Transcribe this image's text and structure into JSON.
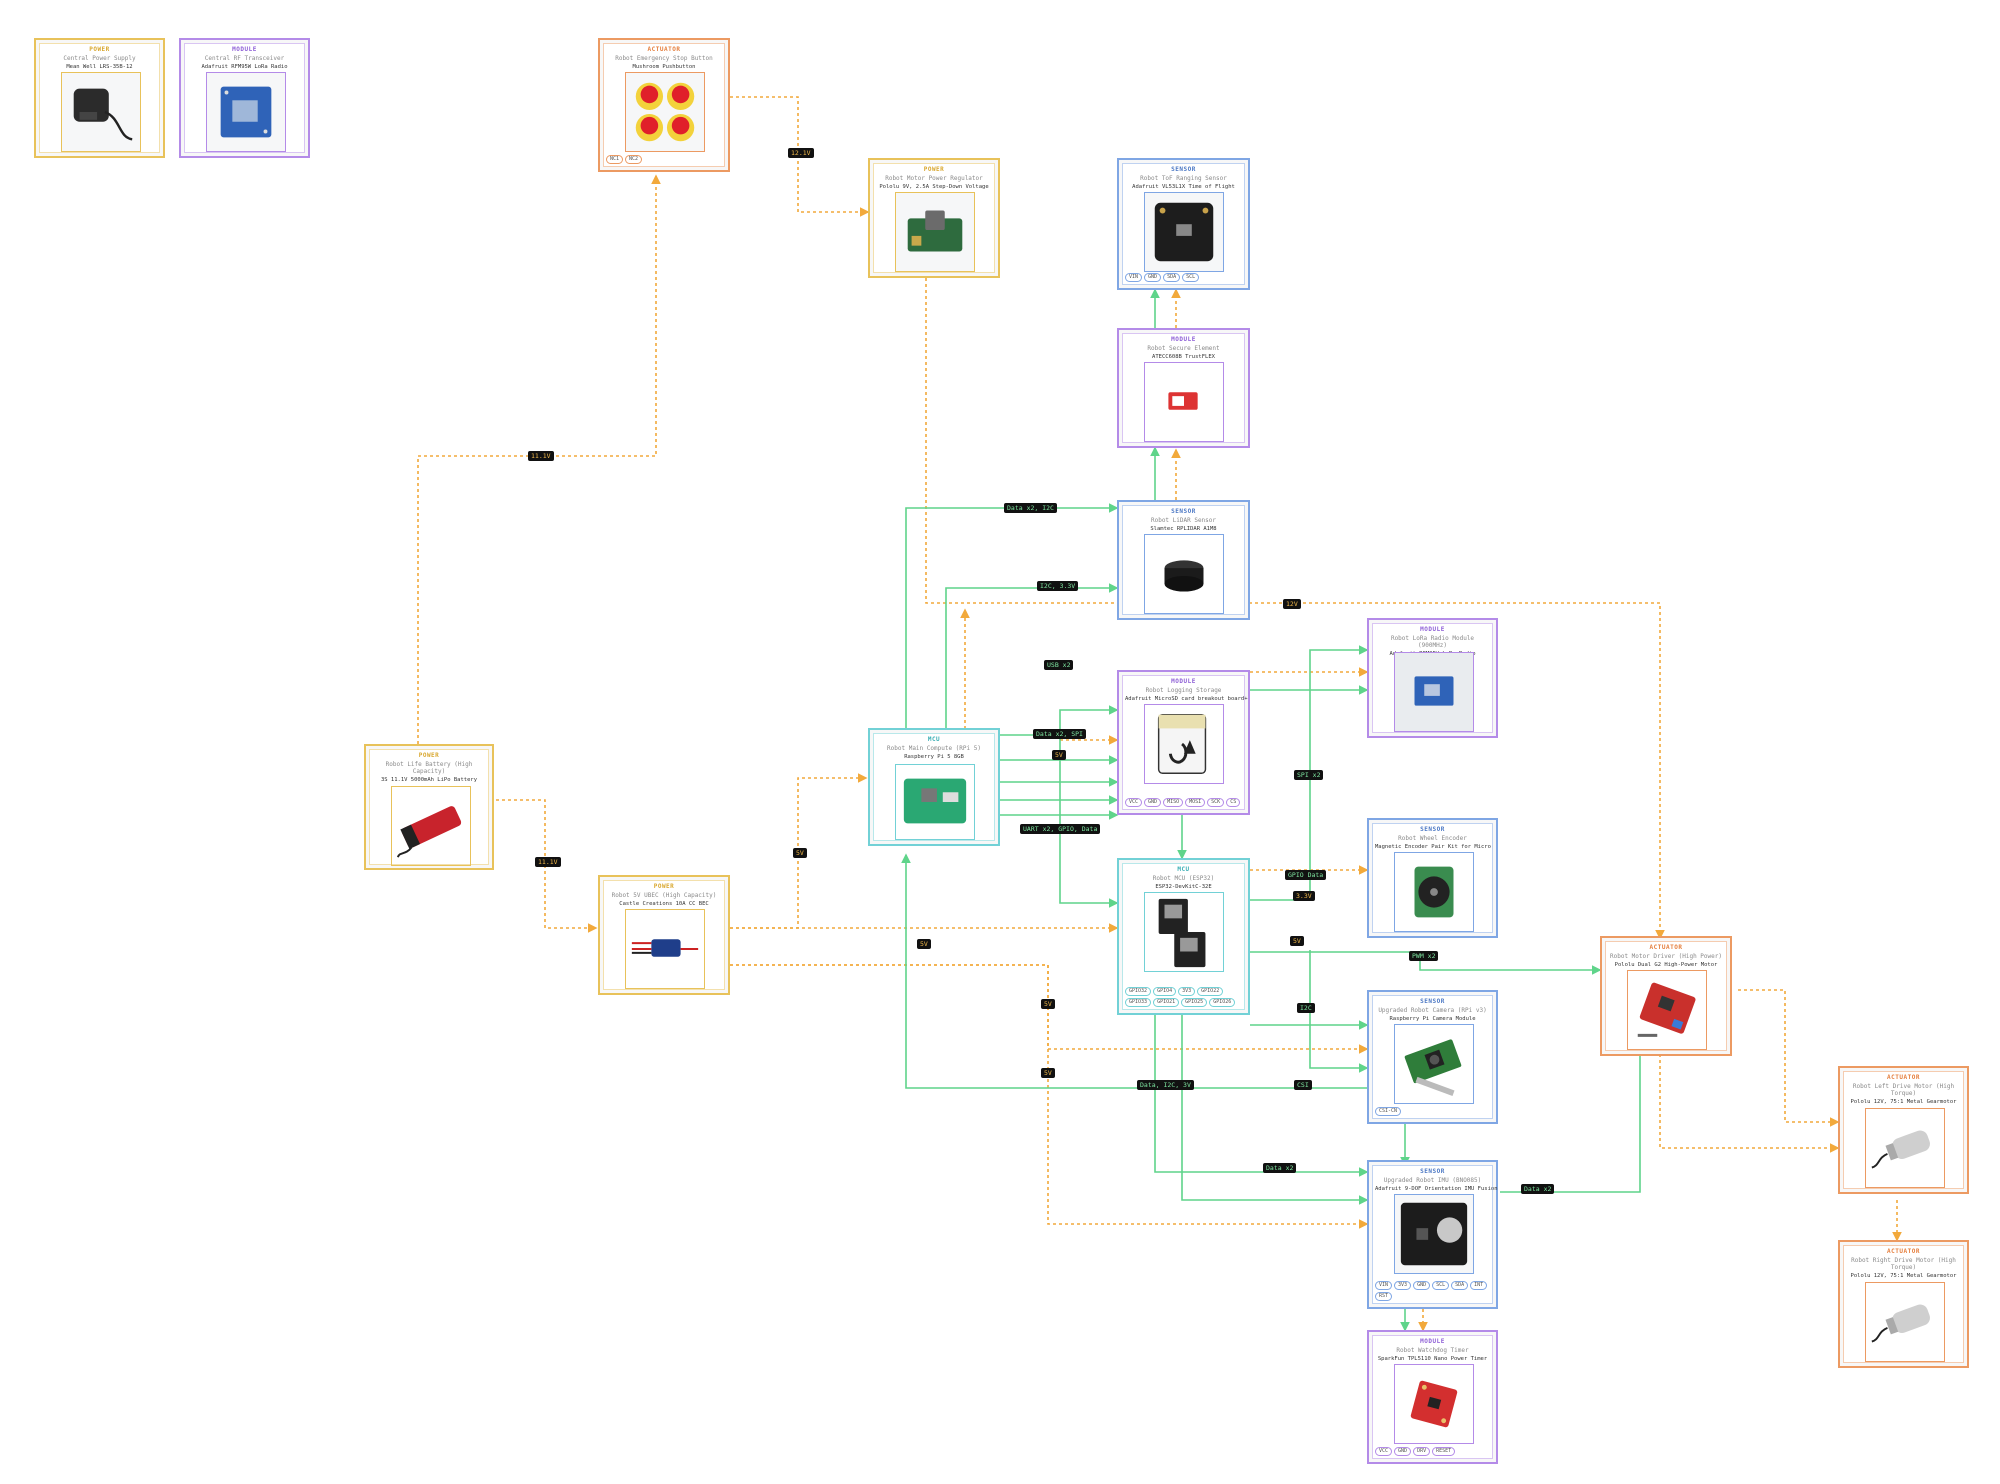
{
  "diagram": {
    "nodes": {
      "central_power_supply": {
        "type": "POWER",
        "title": "Central Power Supply",
        "sub": "Mean Well LRS-35B-12",
        "pins": []
      },
      "central_rf_transceiver": {
        "type": "MODULE",
        "title": "Central RF Transceiver",
        "sub": "Adafruit RFM95W LoRa Radio",
        "pins": []
      },
      "estop": {
        "type": "ACTUATOR",
        "title": "Robot Emergency Stop Button",
        "sub": "Mushroom Pushbutton",
        "pins": [
          "NC1",
          "NC2"
        ]
      },
      "motor_regulator": {
        "type": "POWER",
        "title": "Robot Motor Power Regulator",
        "sub": "Pololu 9V, 2.5A Step-Down Voltage",
        "pins": []
      },
      "tof_sensor": {
        "type": "SENSOR",
        "title": "Robot ToF Ranging Sensor",
        "sub": "Adafruit VL53L1X Time of Flight",
        "pins": [
          "VIN",
          "GND",
          "SDA",
          "SCL"
        ]
      },
      "secure_element": {
        "type": "MODULE",
        "title": "Robot Secure Element",
        "sub": "ATECC608B TrustFLEX",
        "pins": []
      },
      "lidar": {
        "type": "SENSOR",
        "title": "Robot LiDAR Sensor",
        "sub": "Slamtec RPLIDAR A1M8",
        "pins": []
      },
      "lora_module": {
        "type": "MODULE",
        "title": "Robot LoRa Radio Module (900MHz)",
        "sub": "Adafruit RFM95W LoRa Radio",
        "pins": []
      },
      "logging_storage": {
        "type": "MODULE",
        "title": "Robot Logging Storage",
        "sub": "Adafruit MicroSD card breakout board+",
        "pins": [
          "VCC",
          "GND",
          "MISO",
          "MOSI",
          "SCK",
          "CS"
        ]
      },
      "life_battery": {
        "type": "POWER",
        "title": "Robot Life Battery (High Capacity)",
        "sub": "3S 11.1V 5000mAh LiPo Battery",
        "pins": []
      },
      "main_compute": {
        "type": "MCU",
        "title": "Robot Main Compute (RPi 5)",
        "sub": "Raspberry Pi 5 8GB",
        "pins": []
      },
      "wheel_encoder": {
        "type": "SENSOR",
        "title": "Robot Wheel Encoder",
        "sub": "Magnetic Encoder Pair Kit for Micro",
        "pins": []
      },
      "ubec": {
        "type": "POWER",
        "title": "Robot 5V UBEC (High Capacity)",
        "sub": "Castle Creations 10A CC BEC",
        "pins": []
      },
      "robot_mcu": {
        "type": "MCU",
        "title": "Robot MCU (ESP32)",
        "sub": "ESP32-DevKitC-32E",
        "pins": [
          "GPIO32",
          "GPIO4",
          "3V3",
          "GPIO22",
          "GPIO33",
          "GPIO21",
          "GPIO25",
          "GPIO26"
        ]
      },
      "motor_driver": {
        "type": "ACTUATOR",
        "title": "Robot Motor Driver (High Power)",
        "sub": "Pololu Dual G2 High-Power Motor",
        "pins": []
      },
      "camera": {
        "type": "SENSOR",
        "title": "Upgraded Robot Camera (RPi v3)",
        "sub": "Raspberry Pi Camera Module",
        "pins": [
          "CSI-CN"
        ]
      },
      "left_motor": {
        "type": "ACTUATOR",
        "title": "Robot Left Drive Motor (High Torque)",
        "sub": "Pololu 12V, 75:1 Metal Gearmotor",
        "pins": []
      },
      "imu": {
        "type": "SENSOR",
        "title": "Upgraded Robot IMU (BNO085)",
        "sub": "Adafruit 9-DOF Orientation IMU Fusion",
        "pins": [
          "VIN",
          "3V3",
          "GND",
          "SCL",
          "SDA",
          "INT",
          "RST"
        ]
      },
      "right_motor": {
        "type": "ACTUATOR",
        "title": "Robot Right Drive Motor (High Torque)",
        "sub": "Pololu 12V, 75:1 Metal Gearmotor",
        "pins": []
      },
      "watchdog": {
        "type": "MODULE",
        "title": "Robot Watchdog Timer",
        "sub": "SparkFun TPL5110 Nano Power Timer",
        "pins": [
          "VCC",
          "GND",
          "DRV",
          "RESET"
        ]
      }
    },
    "edge_labels": {
      "e1": "12.1V",
      "e2": "11.1V",
      "e3": "11.1V",
      "e4": "Data x2, I2C",
      "e5": "I2C, 3.3V",
      "e6": "12V",
      "e7": "USB x2",
      "e8": "Data x2, SPI",
      "e9": "5V",
      "e10": "5V",
      "e11": "SPI x2",
      "e12": "UART x2, GPIO, Data",
      "e13": "GPIO Data",
      "e14": "3.3V",
      "e15": "5V",
      "e16": "PWM x2",
      "e17": "5V",
      "e18": "5V",
      "e19": "CSI",
      "e20": "Data, I2C, 3V",
      "e21": "I2C",
      "e22": "Data x2",
      "e23": "Data x2",
      "e24": "5V"
    },
    "colors": {
      "power": "#e8c25a",
      "actuator": "#ec9a62",
      "module": "#b48be8",
      "sensor": "#7fa6e4",
      "mcu": "#72d1d6",
      "data_wire": "#5fd48a",
      "power_wire": "#f2a93b"
    }
  }
}
